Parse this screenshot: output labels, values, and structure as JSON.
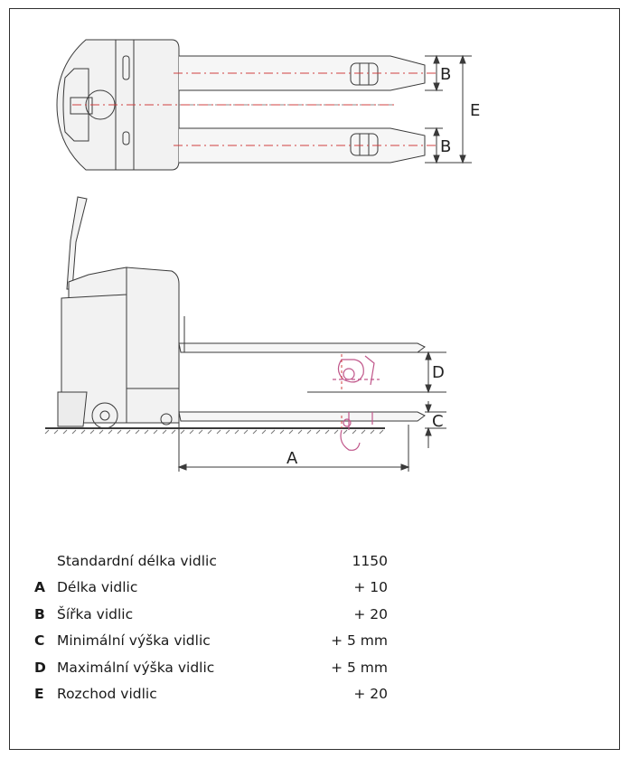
{
  "diagram": {
    "dimension_labels": {
      "b_top": "B",
      "b_bottom": "B",
      "e": "E",
      "d": "D",
      "c": "C",
      "a": "A"
    }
  },
  "specs": [
    {
      "letter": "",
      "label": "Standardní délka vidlic",
      "value": "1150"
    },
    {
      "letter": "A",
      "label": "Délka vidlic",
      "value": "+ 10"
    },
    {
      "letter": "B",
      "label": "Šířka vidlic",
      "value": "+ 20"
    },
    {
      "letter": "C",
      "label": "Minimální výška vidlic",
      "value": "+ 5 mm"
    },
    {
      "letter": "D",
      "label": "Maximální výška vidlic",
      "value": "+ 5 mm"
    },
    {
      "letter": "E",
      "label": "Rozchod vidlic",
      "value": "+ 20"
    }
  ]
}
